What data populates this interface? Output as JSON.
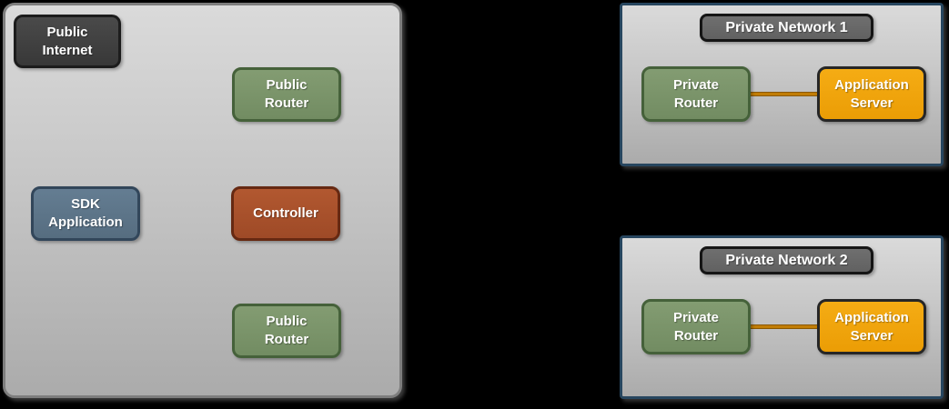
{
  "background_color": "#000000",
  "palette": {
    "zone_fill_top": "#dadada",
    "zone_fill_bottom": "#ababab",
    "public_zone_border": "#7d7d7d",
    "private_network_border": "#27465f",
    "node_dark_fill": "#3e3e3e",
    "node_dark_border": "#1c1c1c",
    "node_green_fill": "#7a936b",
    "node_green_border": "#45613a",
    "node_blue_fill": "#5d7488",
    "node_blue_border": "#32465a",
    "node_brown_fill": "#a8502c",
    "node_brown_border": "#662912",
    "node_orange_fill": "#f0a30c",
    "node_orange_border": "#262626",
    "title_plate_fill": "#676767",
    "title_plate_border": "#151515",
    "connector_color": "#c17d05",
    "text_color": "#ffffff"
  },
  "public_zone": {
    "nodes": {
      "public_internet": "Public\nInternet",
      "public_router_top": "Public\nRouter",
      "sdk_application": "SDK\nApplication",
      "controller": "Controller",
      "public_router_bottom": "Public\nRouter"
    }
  },
  "private_network_1": {
    "title": "Private Network 1",
    "private_router": "Private\nRouter",
    "application_server": "Application\nServer"
  },
  "private_network_2": {
    "title": "Private Network 2",
    "private_router": "Private\nRouter",
    "application_server": "Application\nServer"
  }
}
